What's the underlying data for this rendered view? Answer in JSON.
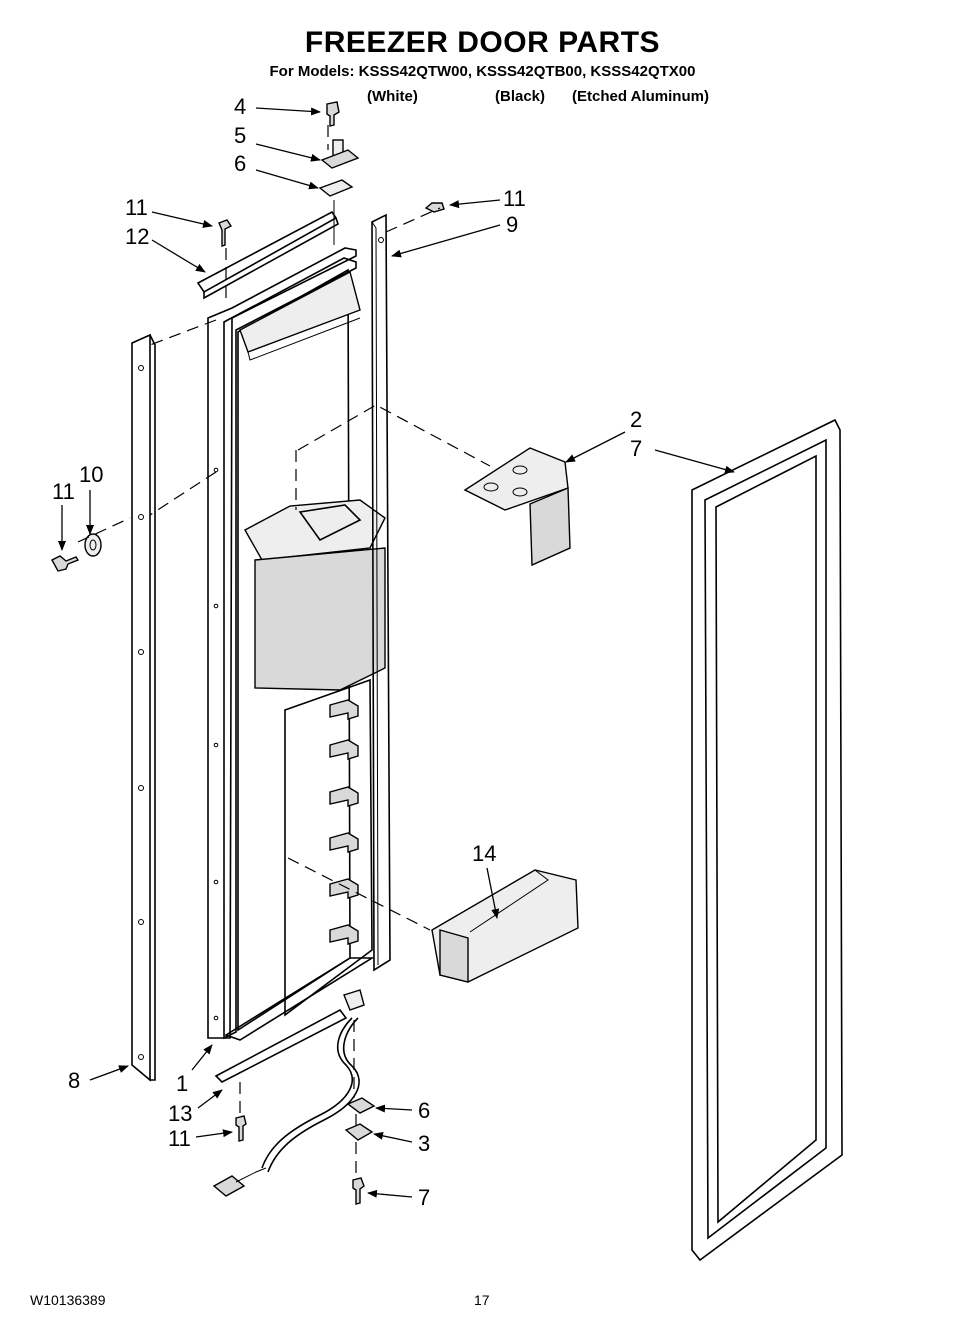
{
  "title": "FREEZER DOOR PARTS",
  "models_line": "For Models: KSSS42QTW00, KSSS42QTB00, KSSS42QTX00",
  "finishes": [
    "(White)",
    "(Black)",
    "(Etched Aluminum)"
  ],
  "footer": {
    "doc_number": "W10136389",
    "page_number": "17"
  },
  "callouts": {
    "c4": "4",
    "c5": "5",
    "c6_top": "6",
    "c11_top_right": "11",
    "c9": "9",
    "c11_top_left": "11",
    "c12": "12",
    "c11_left": "11",
    "c10": "10",
    "c2": "2",
    "c7_right": "7",
    "c14": "14",
    "c8": "8",
    "c1": "1",
    "c13": "13",
    "c11_bottom": "11",
    "c6_bottom": "6",
    "c3": "3",
    "c7_bottom": "7"
  }
}
